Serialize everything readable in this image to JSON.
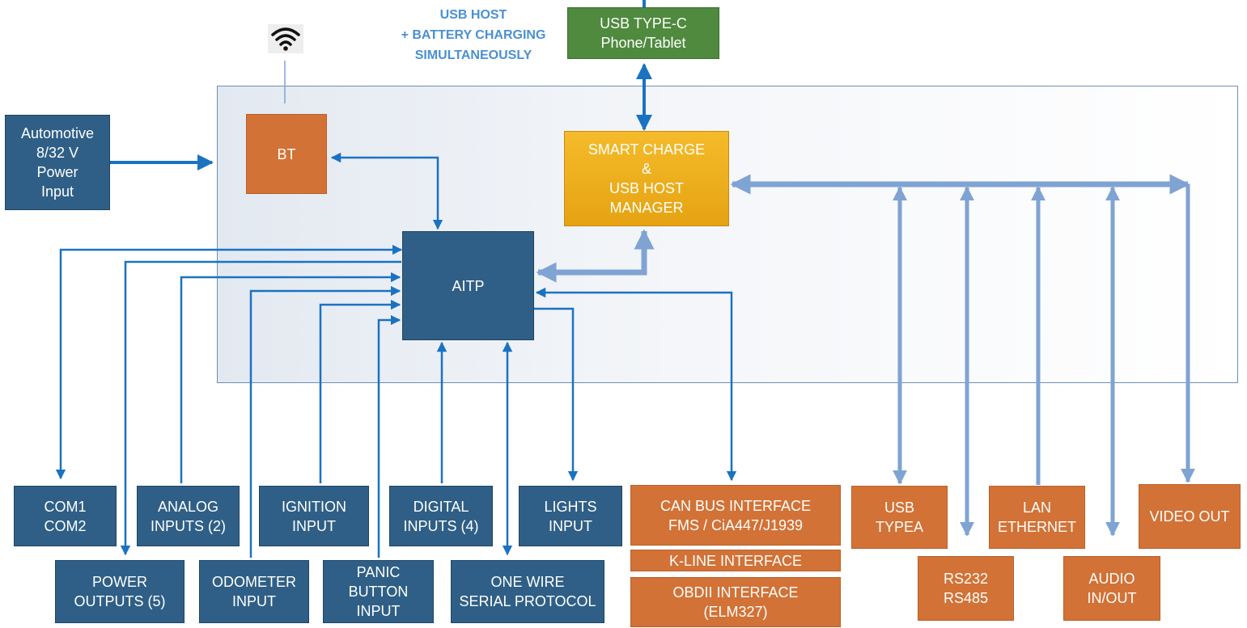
{
  "header_note": [
    "USB HOST",
    "+ BATTERY CHARGING",
    "SIMULTANEOUSLY"
  ],
  "blocks": {
    "usb_c": [
      "USB TYPE-C",
      "Phone/Tablet"
    ],
    "power": [
      "Automotive",
      "8/32 V",
      "Power",
      "Input"
    ],
    "bt": [
      "BT"
    ],
    "smart": [
      "SMART CHARGE",
      "&",
      "USB HOST",
      "MANAGER"
    ],
    "aitp": [
      "AITP"
    ],
    "com": [
      "COM1",
      "COM2"
    ],
    "analog": [
      "ANALOG",
      "INPUTS (2)"
    ],
    "ignition": [
      "IGNITION",
      "INPUT"
    ],
    "digital": [
      "DIGITAL",
      "INPUTS (4)"
    ],
    "lights": [
      "LIGHTS",
      "INPUT"
    ],
    "power_out": [
      "POWER",
      "OUTPUTS (5)"
    ],
    "odometer": [
      "ODOMETER",
      "INPUT"
    ],
    "panic": [
      "PANIC",
      "BUTTON",
      "INPUT"
    ],
    "onewire": [
      "ONE WIRE",
      "SERIAL PROTOCOL"
    ],
    "can": [
      "CAN BUS INTERFACE",
      "FMS / CiA447/J1939"
    ],
    "kline": [
      "K-LINE INTERFACE"
    ],
    "obd": [
      "OBDII INTERFACE",
      "(ELM327)"
    ],
    "usb_a": [
      "USB",
      "TYPEA"
    ],
    "rs": [
      "RS232",
      "RS485"
    ],
    "lan": [
      "LAN",
      "ETHERNET"
    ],
    "audio": [
      "AUDIO",
      "IN/OUT"
    ],
    "video": [
      "VIDEO OUT"
    ]
  },
  "colors": {
    "module_blue": "#2f5f86",
    "interface_orange": "#d27236",
    "usb_green": "#4f8a3e",
    "manager_yellow": "#f0b11f",
    "wire_dark": "#1a72c2",
    "bus_light": "#7fa3d3",
    "note_text": "#4a90d2"
  },
  "icons": {
    "wireless": "wifi-icon"
  }
}
